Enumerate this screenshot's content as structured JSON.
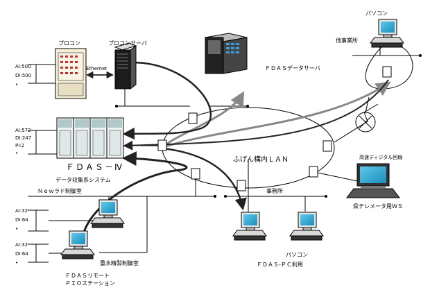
{
  "labels": {
    "plc": "プロコン",
    "plc_server": "プロコンサーバ",
    "ethernet": "Ethernet",
    "fdas_data_server": "ＦＤＡＳデータサーバ",
    "pc_top": "パソコン",
    "other_office": "他事業所",
    "hs_digital": "高速ディジタル回線",
    "telemeter_ws": "県テレメータ用ＷＳ",
    "fdas4": "ＦＤＡＳ－Ⅳ",
    "data_collection": "データ収集系システム",
    "lan": "ふげん構内ＬＡＮ",
    "office": "事務所",
    "newrad": "Ｎｅｗラド制御室",
    "heavy_water": "重水精製制御室",
    "remote_pio": "ＦＤＡＳリモート\nＰＩＯステーション",
    "pc_bottom": "パソコン",
    "fdas_pc": "ＦＤＡＳ-ＰＣ利用"
  },
  "io": {
    "plc": [
      "AI:500",
      "DI:500",
      "•"
    ],
    "fdas": [
      "AI:572",
      "DI:247",
      "PI:2",
      "•"
    ],
    "newrad": [
      "AI:32",
      "DI:64",
      "•"
    ],
    "heavywater": [
      "AI:32",
      "DI:64",
      "•"
    ]
  }
}
